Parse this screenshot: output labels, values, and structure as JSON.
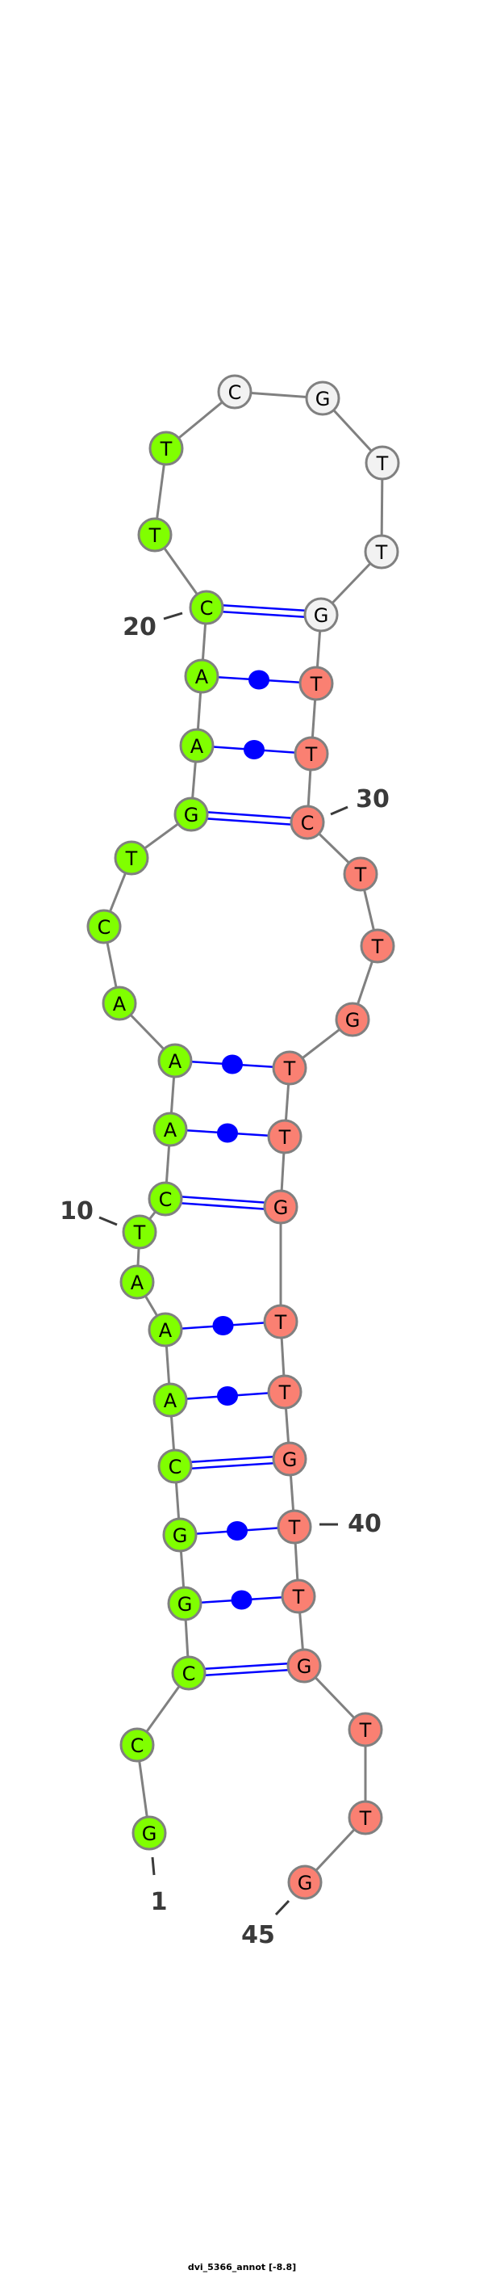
{
  "sequence": [
    "G",
    "C",
    "C",
    "G",
    "G",
    "C",
    "A",
    "A",
    "A",
    "T",
    "C",
    "A",
    "A",
    "A",
    "C",
    "T",
    "G",
    "A",
    "A",
    "C",
    "T",
    "T",
    "C",
    "G",
    "T",
    "T",
    "G",
    "T",
    "T",
    "C",
    "T",
    "T",
    "G",
    "T",
    "T",
    "G",
    "T",
    "T",
    "G",
    "T",
    "T",
    "G",
    "T",
    "T",
    "G"
  ],
  "colors": {
    "stem5": "#80ff00",
    "loop": "#f2f2f2",
    "stem3": "#fa8072",
    "backbone": "#808080",
    "pair": "#0000ff",
    "label": "#3a3a3a"
  },
  "regions": {
    "green_until": 22,
    "white_until": 27
  },
  "pairs": [
    {
      "i": 20,
      "j": 27,
      "type": "double"
    },
    {
      "i": 19,
      "j": 28,
      "type": "dot"
    },
    {
      "i": 18,
      "j": 29,
      "type": "dot"
    },
    {
      "i": 17,
      "j": 30,
      "type": "double"
    },
    {
      "i": 13,
      "j": 34,
      "type": "dot"
    },
    {
      "i": 12,
      "j": 35,
      "type": "dot"
    },
    {
      "i": 11,
      "j": 36,
      "type": "double"
    },
    {
      "i": 8,
      "j": 37,
      "type": "dot"
    },
    {
      "i": 7,
      "j": 38,
      "type": "dot"
    },
    {
      "i": 6,
      "j": 39,
      "type": "double"
    },
    {
      "i": 5,
      "j": 40,
      "type": "dot"
    },
    {
      "i": 4,
      "j": 41,
      "type": "dot"
    },
    {
      "i": 3,
      "j": 42,
      "type": "double"
    }
  ],
  "position_labels": [
    "1",
    "10",
    "20",
    "30",
    "40",
    "45"
  ],
  "caption": "dvi_5366_annot [-8.8]"
}
